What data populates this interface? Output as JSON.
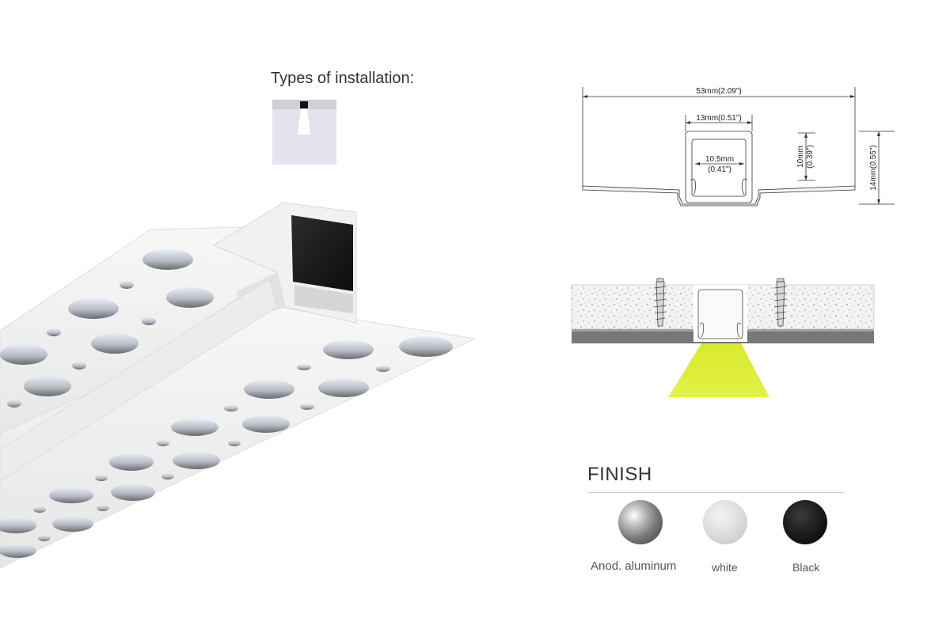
{
  "installation": {
    "title": "Types of installation:"
  },
  "dimensions": {
    "overall_width": "53mm(2.09\")",
    "opening_width": "13mm(0.51\")",
    "inner_width_mm": "10.5mm",
    "inner_width_in": "(0.41\")",
    "inner_height_mm": "10mm",
    "inner_height_in": "(0.39\")",
    "total_height": "14mm(0.55\")"
  },
  "finish": {
    "title": "FINISH",
    "options": [
      {
        "label": "Anod. aluminum",
        "color": "#9a9a9a"
      },
      {
        "label": "white",
        "color": "#dcdcdc"
      },
      {
        "label": "Black",
        "color": "#1a1a1a"
      }
    ]
  },
  "colors": {
    "light_beam": "#d8ea2a",
    "profile_body": "#f2f2f2",
    "insert_dark": "#1c1c1c"
  }
}
